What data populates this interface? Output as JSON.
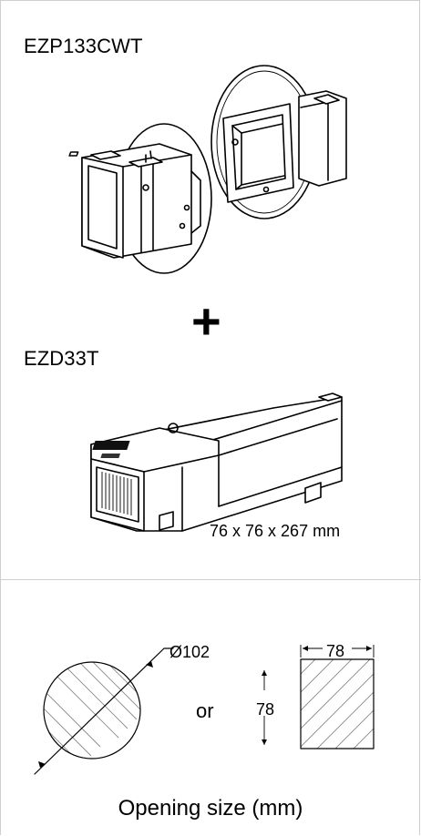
{
  "product_top": {
    "model": "EZP133CWT"
  },
  "plus_symbol": "+",
  "product_bottom": {
    "model": "EZD33T",
    "dimensions": "76 x 76 x 267 mm"
  },
  "opening": {
    "round_diameter": "Ø102",
    "connector": "or",
    "square_width": "78",
    "square_height": "78",
    "caption": "Opening size (mm)"
  }
}
